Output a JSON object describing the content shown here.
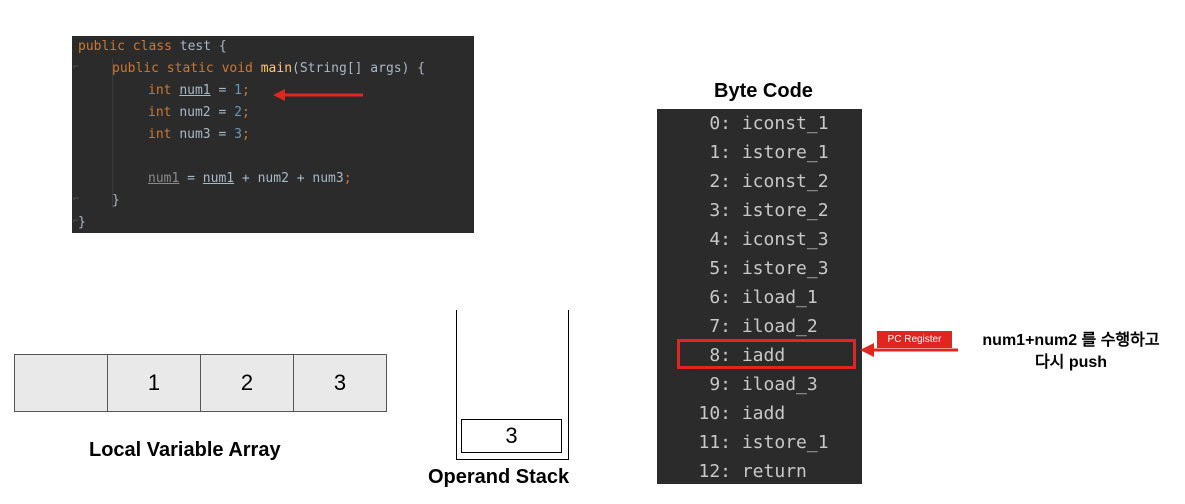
{
  "code": {
    "line1": {
      "kw": "public class",
      "rest": " test {"
    },
    "line2": {
      "kw": "public static void",
      "fn": "main",
      "rest": "(String[] args) {"
    },
    "line3": {
      "kw": "int",
      "var": "num1",
      "op": " = ",
      "num": "1",
      "end": ";"
    },
    "line4": {
      "kw": "int",
      "var": "num2",
      "op": " = ",
      "num": "2",
      "end": ";"
    },
    "line5": {
      "kw": "int",
      "var": "num3",
      "op": " = ",
      "num": "3",
      "end": ";"
    },
    "line6": {
      "var": "num1",
      "op": " = ",
      "var2": "num1",
      "rest": " + num2 + num3",
      "end": ";"
    },
    "line7": "}",
    "line8": "}"
  },
  "bytecode": {
    "title": "Byte Code",
    "instructions": [
      {
        "idx": "0:",
        "op": "iconst_1"
      },
      {
        "idx": "1:",
        "op": "istore_1"
      },
      {
        "idx": "2:",
        "op": "iconst_2"
      },
      {
        "idx": "3:",
        "op": "istore_2"
      },
      {
        "idx": "4:",
        "op": "iconst_3"
      },
      {
        "idx": "5:",
        "op": "istore_3"
      },
      {
        "idx": "6:",
        "op": "iload_1"
      },
      {
        "idx": "7:",
        "op": "iload_2"
      },
      {
        "idx": "8:",
        "op": "iadd"
      },
      {
        "idx": "9:",
        "op": "iload_3"
      },
      {
        "idx": "10:",
        "op": "iadd"
      },
      {
        "idx": "11:",
        "op": "istore_1"
      },
      {
        "idx": "12:",
        "op": "return"
      }
    ],
    "pc_label": "PC Register",
    "pc_note_line1": "num1+num2 를 수행하고",
    "pc_note_line2": "다시 push"
  },
  "local_variable_array": {
    "title": "Local Variable Array",
    "cells": [
      "",
      "1",
      "2",
      "3"
    ]
  },
  "operand_stack": {
    "title": "Operand Stack",
    "top_value": "3"
  },
  "colors": {
    "highlight": "#e0261f",
    "code_bg": "#2b2b2b"
  }
}
